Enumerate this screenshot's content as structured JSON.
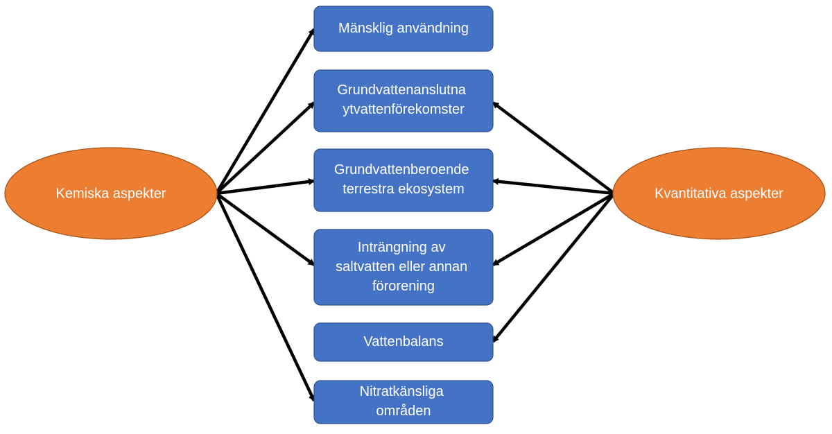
{
  "colors": {
    "ellipse_fill": "#ed7d31",
    "box_fill": "#4472c4",
    "text": "#ffffff",
    "arrow": "#000000"
  },
  "left_node": {
    "label": "Kemiska aspekter"
  },
  "right_node": {
    "label": "Kvantitativa aspekter"
  },
  "boxes": [
    {
      "lines": [
        "Mänsklig användning"
      ]
    },
    {
      "lines": [
        "Grundvattenanslutna",
        "ytvattenförekomster"
      ]
    },
    {
      "lines": [
        "Grundvattenberoende",
        "terrestra ekosystem"
      ]
    },
    {
      "lines": [
        "Inträngning av",
        "saltvatten eller annan",
        "förorening"
      ]
    },
    {
      "lines": [
        "Vattenbalans"
      ]
    },
    {
      "lines": [
        "Nitratkänsliga",
        "områden"
      ]
    }
  ],
  "connections": {
    "from_left": [
      0,
      1,
      2,
      3,
      5
    ],
    "from_right": [
      1,
      2,
      3,
      4
    ]
  }
}
